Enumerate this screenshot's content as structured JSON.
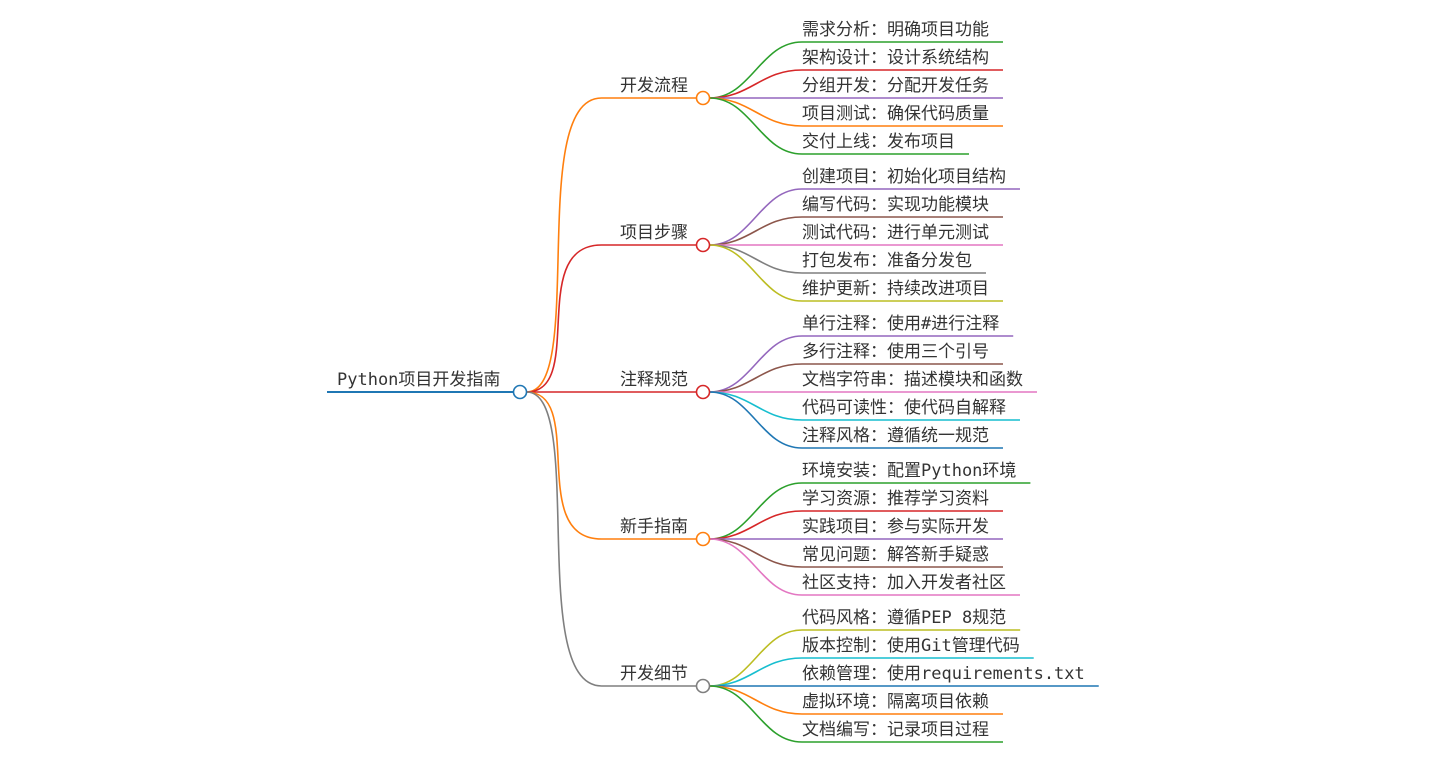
{
  "root": {
    "label": "Python项目开发指南",
    "color": "#1f77b4"
  },
  "branches": [
    {
      "label": "开发流程",
      "color": "#ff7f0e",
      "children": [
        {
          "label": "需求分析：明确项目功能",
          "color": "#2ca02c"
        },
        {
          "label": "架构设计：设计系统结构",
          "color": "#d62728"
        },
        {
          "label": "分组开发：分配开发任务",
          "color": "#9467bd"
        },
        {
          "label": "项目测试：确保代码质量",
          "color": "#ff7f0e"
        },
        {
          "label": "交付上线：发布项目",
          "color": "#2ca02c"
        }
      ]
    },
    {
      "label": "项目步骤",
      "color": "#d62728",
      "children": [
        {
          "label": "创建项目：初始化项目结构",
          "color": "#9467bd"
        },
        {
          "label": "编写代码：实现功能模块",
          "color": "#8c564b"
        },
        {
          "label": "测试代码：进行单元测试",
          "color": "#e377c2"
        },
        {
          "label": "打包发布：准备分发包",
          "color": "#7f7f7f"
        },
        {
          "label": "维护更新：持续改进项目",
          "color": "#bcbd22"
        }
      ]
    },
    {
      "label": "注释规范",
      "color": "#d62728",
      "children": [
        {
          "label": "单行注释：使用#进行注释",
          "color": "#9467bd"
        },
        {
          "label": "多行注释：使用三个引号",
          "color": "#8c564b"
        },
        {
          "label": "文档字符串：描述模块和函数",
          "color": "#e377c2"
        },
        {
          "label": "代码可读性：使代码自解释",
          "color": "#17becf"
        },
        {
          "label": "注释风格：遵循统一规范",
          "color": "#1f77b4"
        }
      ]
    },
    {
      "label": "新手指南",
      "color": "#ff7f0e",
      "children": [
        {
          "label": "环境安装：配置Python环境",
          "color": "#2ca02c"
        },
        {
          "label": "学习资源：推荐学习资料",
          "color": "#d62728"
        },
        {
          "label": "实践项目：参与实际开发",
          "color": "#9467bd"
        },
        {
          "label": "常见问题：解答新手疑惑",
          "color": "#8c564b"
        },
        {
          "label": "社区支持：加入开发者社区",
          "color": "#e377c2"
        }
      ]
    },
    {
      "label": "开发细节",
      "color": "#7f7f7f",
      "children": [
        {
          "label": "代码风格：遵循PEP 8规范",
          "color": "#bcbd22"
        },
        {
          "label": "版本控制：使用Git管理代码",
          "color": "#17becf"
        },
        {
          "label": "依赖管理：使用requirements.txt",
          "color": "#1f77b4"
        },
        {
          "label": "虚拟环境：隔离项目依赖",
          "color": "#ff7f0e"
        },
        {
          "label": "文档编写：记录项目过程",
          "color": "#2ca02c"
        }
      ]
    }
  ]
}
